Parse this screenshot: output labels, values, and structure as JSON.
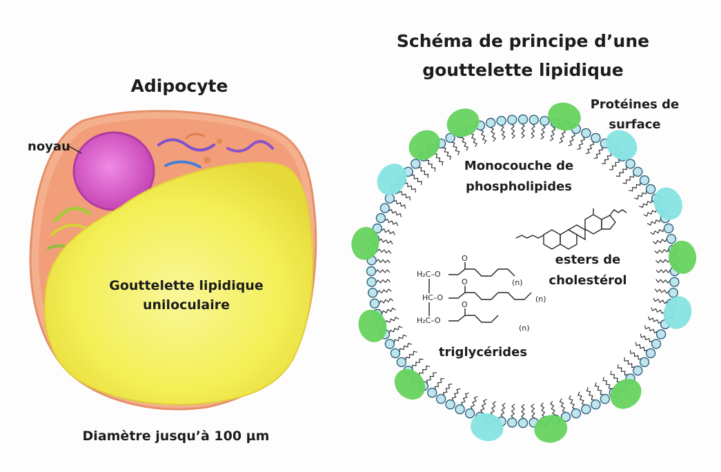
{
  "left": {
    "title": "Adipocyte",
    "nucleus_label": "noyau",
    "droplet_line1": "Gouttelette lipidique",
    "droplet_line2": "uniloculaire",
    "diameter": "Diamètre jusqu’à 100 µm"
  },
  "right": {
    "title_line1": "Schéma de principe d’une",
    "title_line2": "gouttelette lipidique",
    "proteins_line1": "Protéines de",
    "proteins_line2": "surface",
    "mono_line1": "Monocouche de",
    "mono_line2": "phospholipides",
    "esters_line1": "esters de",
    "esters_line2": "cholestérol",
    "triglycerides": "triglycérides",
    "tg_row1": "H₂C–O",
    "tg_row2": "HC–O",
    "tg_row3": "H₂C–O",
    "tg_n": "(n)",
    "tg_o": "O"
  },
  "colors": {
    "droplet_yellow": "#f4f05a",
    "cytoplasm": "#f2a07e",
    "nucleus": "#d94fc7",
    "phospholipid_head": "#bfe6ee",
    "protein_green": "#66d35e",
    "protein_cyan": "#86e4e2"
  }
}
